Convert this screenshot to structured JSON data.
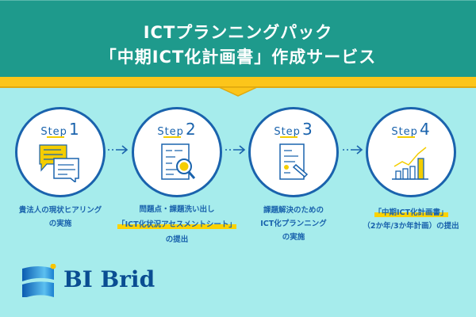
{
  "header": {
    "title_line1": "ICTプランニングパック",
    "title_line2": "「中期ICT化計画書」作成サービス"
  },
  "step_prefix": "Step",
  "steps": [
    {
      "num": "1",
      "icon": "chat-bubbles-icon",
      "lines": [
        "貴法人の現状ヒアリング",
        "の実施"
      ]
    },
    {
      "num": "2",
      "icon": "document-magnifier-icon",
      "lines": [
        "問題点・課題洗い出し",
        "「ICT化状況アセスメントシート」",
        "の提出"
      ]
    },
    {
      "num": "3",
      "icon": "document-pen-icon",
      "lines": [
        "課題解決のための",
        "ICT化プランニング",
        "の実施"
      ]
    },
    {
      "num": "4",
      "icon": "bar-chart-growth-icon",
      "lines": [
        "「中期ICT化計画書」",
        "（2か年/3か年計画）の提出"
      ]
    }
  ],
  "logo": {
    "text": "BI Brid"
  },
  "colors": {
    "header": "#1e9a8c",
    "band": "#fcc51a",
    "background": "#a6ecec",
    "primary": "#1a63ad",
    "highlight": "#fcd200"
  }
}
